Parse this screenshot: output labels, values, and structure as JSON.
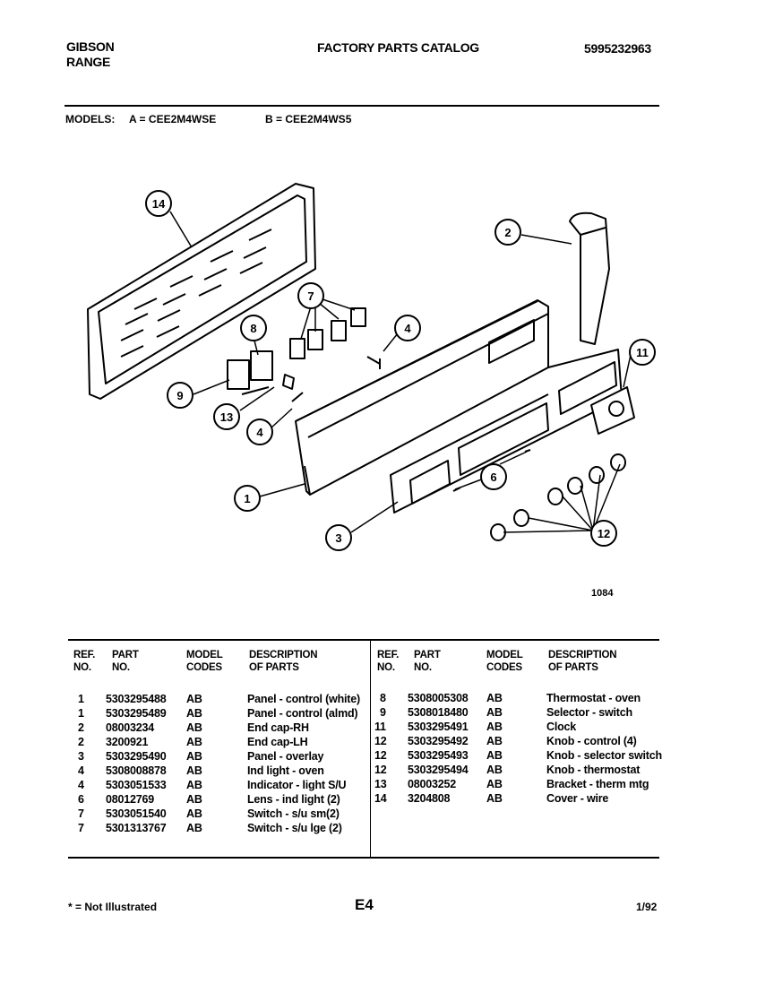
{
  "header": {
    "brand_line1": "GIBSON",
    "brand_line2": "RANGE",
    "title": "FACTORY PARTS CATALOG",
    "catalog_number": "5995232963"
  },
  "models": {
    "label": "MODELS:",
    "a": "A = CEE2M4WSE",
    "b": "B = CEE2M4WS5"
  },
  "diagram": {
    "drawing_number": "1084",
    "callouts": [
      "14",
      "7",
      "2",
      "8",
      "4",
      "11",
      "9",
      "13",
      "4",
      "6",
      "1",
      "12",
      "3"
    ]
  },
  "table": {
    "headers": {
      "ref": [
        "REF.",
        "NO."
      ],
      "part": [
        "PART",
        "NO."
      ],
      "model": [
        "MODEL",
        "CODES"
      ],
      "desc": [
        "DESCRIPTION",
        "OF PARTS"
      ]
    },
    "left_rows": [
      {
        "ref": "1",
        "part": "5303295488",
        "codes": "AB",
        "desc": "Panel - control (white)"
      },
      {
        "ref": "1",
        "part": "5303295489",
        "codes": "AB",
        "desc": "Panel - control (almd)"
      },
      {
        "ref": "2",
        "part": "08003234",
        "codes": "AB",
        "desc": "End cap-RH"
      },
      {
        "ref": "2",
        "part": "3200921",
        "codes": "AB",
        "desc": "End cap-LH"
      },
      {
        "ref": "3",
        "part": "5303295490",
        "codes": "AB",
        "desc": "Panel - overlay"
      },
      {
        "ref": "4",
        "part": "5308008878",
        "codes": "AB",
        "desc": "Ind light - oven"
      },
      {
        "ref": "4",
        "part": "5303051533",
        "codes": "AB",
        "desc": "Indicator - light S/U"
      },
      {
        "ref": "6",
        "part": "08012769",
        "codes": "AB",
        "desc": "Lens - ind light (2)"
      },
      {
        "ref": "7",
        "part": "5303051540",
        "codes": "AB",
        "desc": "Switch - s/u sm(2)"
      },
      {
        "ref": "7",
        "part": "5301313767",
        "codes": "AB",
        "desc": "Switch - s/u lge (2)"
      }
    ],
    "right_rows": [
      {
        "ref": "8",
        "part": "5308005308",
        "codes": "AB",
        "desc": "Thermostat - oven"
      },
      {
        "ref": "9",
        "part": "5308018480",
        "codes": "AB",
        "desc": "Selector - switch"
      },
      {
        "ref": "11",
        "part": "5303295491",
        "codes": "AB",
        "desc": "Clock"
      },
      {
        "ref": "12",
        "part": "5303295492",
        "codes": "AB",
        "desc": "Knob - control (4)"
      },
      {
        "ref": "12",
        "part": "5303295493",
        "codes": "AB",
        "desc": "Knob - selector switch"
      },
      {
        "ref": "12",
        "part": "5303295494",
        "codes": "AB",
        "desc": "Knob - thermostat"
      },
      {
        "ref": "13",
        "part": "08003252",
        "codes": "AB",
        "desc": "Bracket - therm mtg"
      },
      {
        "ref": "14",
        "part": "3204808",
        "codes": "AB",
        "desc": "Cover - wire"
      }
    ]
  },
  "footer": {
    "note": "* = Not Illustrated",
    "page": "E4",
    "date": "1/92"
  }
}
